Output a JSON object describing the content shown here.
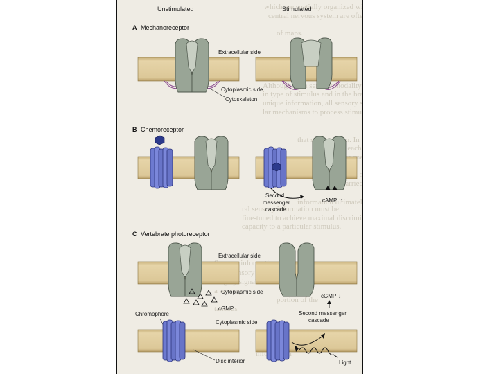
{
  "figure": {
    "headers": {
      "unstimulated": "Unstimulated",
      "stimulated": "Stimulated"
    },
    "panel_a": {
      "letter": "A",
      "title": "Mechanoreceptor",
      "extracellular": "Extracellular side",
      "cytoplasmic": "Cytoplasmic side",
      "cytoskeleton": "Cytoskeleton"
    },
    "panel_b": {
      "letter": "B",
      "title": "Chemoreceptor",
      "second_messenger_1": "Second",
      "second_messenger_2": "messenger",
      "second_messenger_3": "cascade",
      "camp": "cAMP"
    },
    "panel_c": {
      "letter": "C",
      "title": "Vertebrate photoreceptor",
      "extracellular": "Extracellular side",
      "cytoplasmic_1": "Cytoplasmic side",
      "cgmp_left": "cGMP",
      "cgmp_right": "cGMP",
      "second_messenger_1": "Second messenger",
      "second_messenger_2": "cascade",
      "chromophore": "Chromophore",
      "cytoplasmic_2": "Cytoplasmic side",
      "disc_interior": "Disc interior",
      "light": "Light"
    }
  },
  "background_text": [
    "which are spatially organized within the",
    "central nervous system are often referred",
    "of maps.",
    "Although each sensory modality differs",
    "in type of stimulus and in the brain",
    "unique information, all sensory systems use simi-",
    "lar mechanisms to process stimuli.",
    "that sent perform. In this",
    "cation, each receptor mechanism",
    "stimulus energy must be translated",
    "the pattern of receptor",
    "to be carried by ascending neural",
    "information ultimately every region",
    "ral sensory information must be",
    "fine-tuned to achieve maximal discriminative",
    "capacity to a particular stimulus.",
    "Sensory information is",
    "Each sensory system",
    "lengthy signal",
    "a sensory",
    "portion of the",
    "taneous",
    "receptor",
    "information"
  ],
  "colors": {
    "membrane": "#d6c294",
    "channel": "#9aa598",
    "receptor": "#6d7ad0",
    "cytoskeleton": "#8a4a8e"
  }
}
